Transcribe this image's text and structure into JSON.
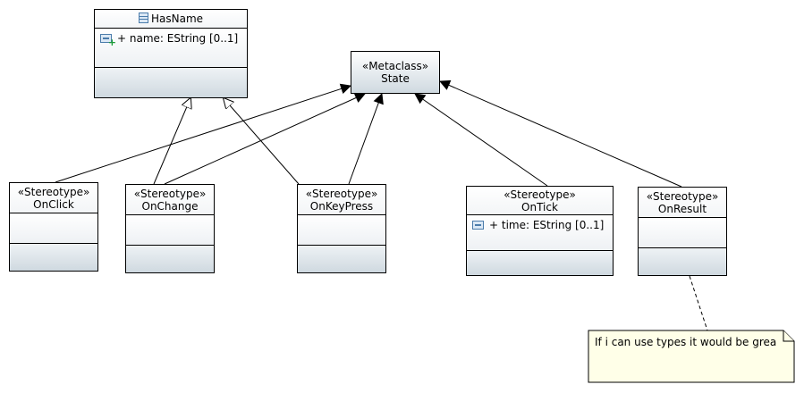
{
  "classes": {
    "hasname": {
      "name": "HasName",
      "attribute": "+ name: EString [0..1]"
    },
    "state": {
      "stereotype": "«Metaclass»",
      "name": "State"
    },
    "onclick": {
      "stereotype": "«Stereotype»",
      "name": "OnClick"
    },
    "onchange": {
      "stereotype": "«Stereotype»",
      "name": "OnChange"
    },
    "onkeypress": {
      "stereotype": "«Stereotype»",
      "name": "OnKeyPress"
    },
    "ontick": {
      "stereotype": "«Stereotype»",
      "name": "OnTick",
      "attribute": "+ time: EString [0..1]"
    },
    "onresult": {
      "stereotype": "«Stereotype»",
      "name": "OnResult"
    }
  },
  "note": {
    "text": "If i can use types it would be grea"
  },
  "colors": {
    "note_fill": "#ffffe8",
    "compartment_gradient_bottom": "#cfd9e0",
    "icon_blue": "#4b7cab",
    "icon_green": "#1e9d3b"
  }
}
